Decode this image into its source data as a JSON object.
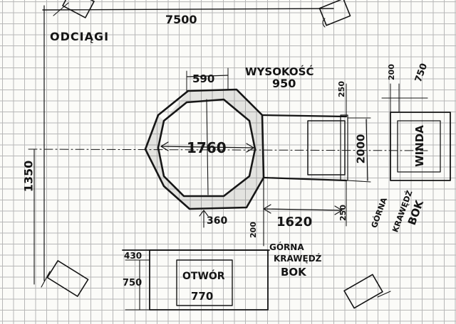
{
  "labels": {
    "width_total": "7500",
    "guy_lines": "ODCIĄGI",
    "height_label": "WYSOKOŚĆ",
    "height_value": "950",
    "octagon_side": "590",
    "octagon_diameter": "1760",
    "offset_360": "360",
    "clearance_top": "250",
    "clearance_bottom": "250",
    "slot_height": "2000",
    "arm_length": "1620",
    "dim_200_a": "200",
    "dim_200_b": "200",
    "dim_750_a": "750",
    "side_height": "1350",
    "dim_430": "430",
    "dim_750_b": "750",
    "opening_label": "OTWÓR",
    "opening_value": "770",
    "winch_label": "WINDA",
    "upper_edge_line1": "GÓRNA",
    "upper_edge_line2": "KRAWĘDŹ",
    "upper_edge_line3": "BOK",
    "side_edge_line1": "GÓRNA",
    "side_edge_line2": "KRAWĘDŹ",
    "side_edge_line3": "BOK"
  }
}
